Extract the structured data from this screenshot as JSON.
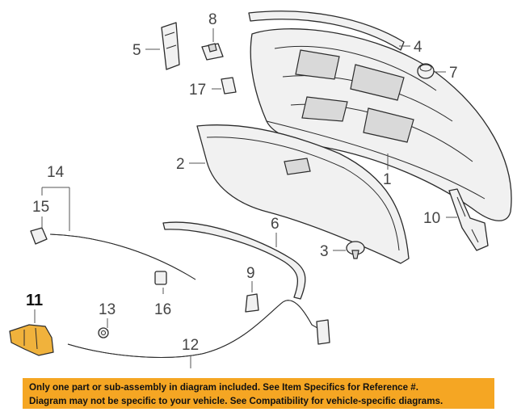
{
  "callouts": {
    "c1": "1",
    "c2": "2",
    "c3": "3",
    "c4": "4",
    "c5": "5",
    "c6": "6",
    "c7": "7",
    "c8": "8",
    "c9": "9",
    "c10": "10",
    "c11": "11",
    "c12": "12",
    "c13": "13",
    "c14": "14",
    "c15": "15",
    "c16": "16",
    "c17": "17"
  },
  "highlighted_part": "11",
  "colors": {
    "banner": "#f5a623",
    "highlight": "#f0b23c"
  },
  "disclaimer": {
    "line1": "Only one part or sub-assembly in diagram included. See Item Specifics for Reference #.",
    "line2": "Diagram may not be specific to your vehicle. See Compatibility for vehicle-specific diagrams."
  }
}
